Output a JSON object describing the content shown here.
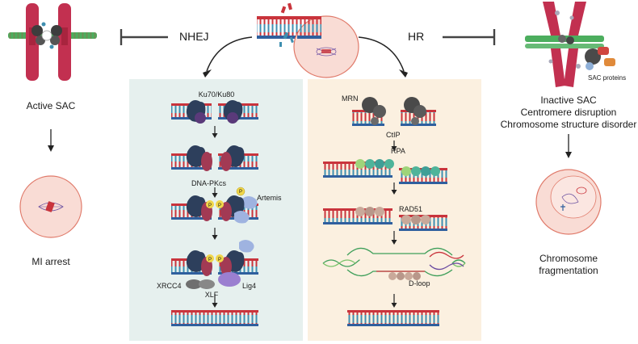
{
  "pathways": {
    "nhej": "NHEJ",
    "hr": "HR"
  },
  "left": {
    "status": "Active SAC",
    "outcome": "MI arrest"
  },
  "right": {
    "sac_proteins": "SAC proteins",
    "status_lines": [
      "Inactive SAC",
      "Centromere disruption",
      "Chromosome structure disorder"
    ],
    "outcome_lines": [
      "Chromosome",
      "fragmentation"
    ]
  },
  "nhej_panel": {
    "ku": "Ku70/Ku80",
    "dnapkcs": "DNA-PKcs",
    "artemis": "Artemis",
    "xrcc4": "XRCC4",
    "xlf": "XLF",
    "lig4": "Lig4",
    "phospho": "P"
  },
  "hr_panel": {
    "mrn": "MRN",
    "ctip": "CtIP",
    "rpa": "RPA",
    "rad51": "RAD51",
    "dloop": "D-loop"
  },
  "colors": {
    "nhej_bg": "#e6f0ee",
    "hr_bg": "#fbf0e0",
    "strand_red": "#c9343c",
    "strand_blue": "#2f5f9e",
    "cell_fill": "#f9dcd5",
    "cell_stroke": "#e07a6a",
    "ku_dark": "#2d3f5c",
    "pkcs": "#a23a54",
    "mrn": "#4a4a4a",
    "rpa": "#4fb49a",
    "rad51": "#c9a99a",
    "artemis": "#9fb3e0"
  }
}
